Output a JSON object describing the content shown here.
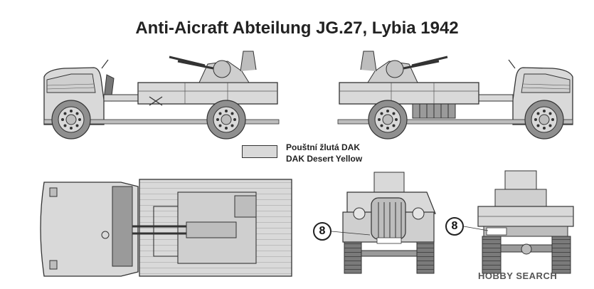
{
  "title": "Anti-Aicraft Abteilung JG.27, Lybia 1942",
  "legend": {
    "color_hex": "#d9d9d9",
    "line1": "Pouštní žlutá DAK",
    "line2": "DAK Desert Yellow"
  },
  "callouts": [
    "8",
    "8"
  ],
  "watermark": "HOBBY SEARCH",
  "colors": {
    "body": "#d9d9d9",
    "wheel": "#8f8f8f",
    "outline": "#333333"
  }
}
